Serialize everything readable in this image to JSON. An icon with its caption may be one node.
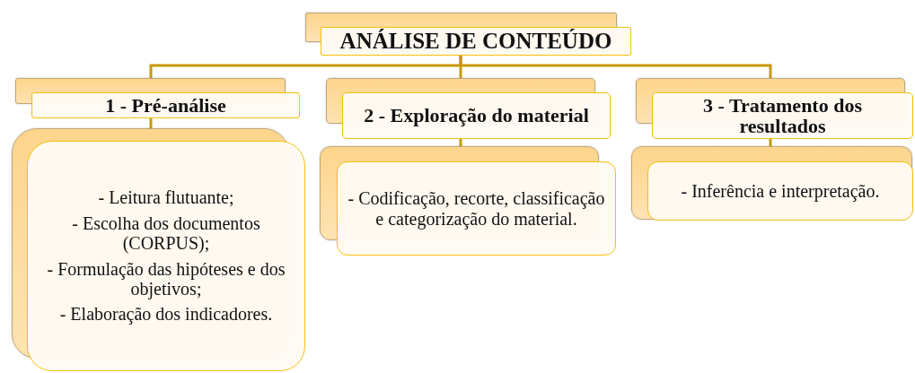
{
  "diagram": {
    "nodes": [
      {
        "text": [
          "ANÁLISE DE CONTEÚDO"
        ]
      },
      {
        "text": [
          "1 - Pré-análise"
        ]
      },
      {
        "text": [
          "2 - Exploração do material"
        ]
      },
      {
        "text": [
          "3 - Tratamento dos resultados"
        ]
      },
      {
        "text": [
          "- Leitura flutuante;",
          "- Escolha dos documentos (CORPUS);",
          "- Formulação das hipóteses e dos objetivos;",
          "- Elaboração dos indicadores."
        ]
      },
      {
        "text": [
          "- Codificação, recorte, classificação e categorização do material."
        ]
      },
      {
        "text": [
          "- Inferência e interpretação."
        ]
      }
    ],
    "edges": [
      {
        "from": 0,
        "to": 1,
        "arrow": "none"
      },
      {
        "from": 0,
        "to": 2,
        "arrow": "none"
      },
      {
        "from": 0,
        "to": 3,
        "arrow": "none"
      },
      {
        "from": 1,
        "to": 4,
        "arrow": "none"
      },
      {
        "from": 2,
        "to": 5,
        "arrow": "none"
      },
      {
        "from": 3,
        "to": 6,
        "arrow": "none"
      }
    ]
  }
}
